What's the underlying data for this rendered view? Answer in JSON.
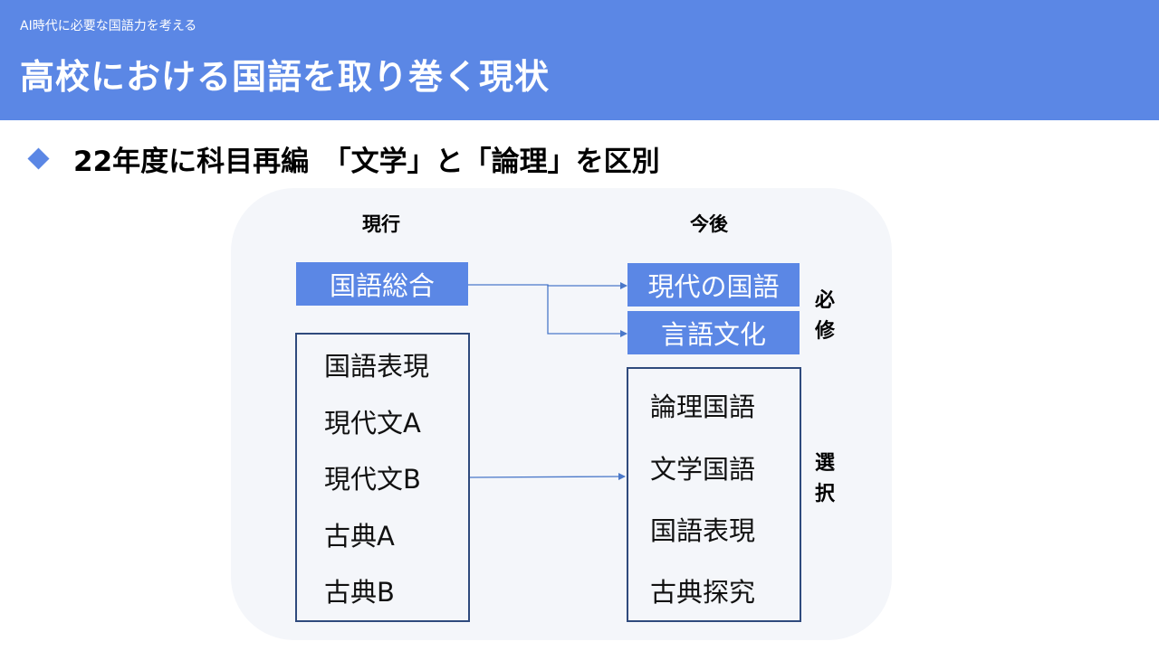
{
  "header": {
    "subtitle": "AI時代に必要な国語力を考える",
    "title": "高校における国語を取り巻く現状"
  },
  "bullet": {
    "text": "22年度に科目再編　「文学」と「論理」を区別"
  },
  "diagram": {
    "current_heading": "現行",
    "future_heading": "今後",
    "current_required": "国語総合",
    "current_electives": [
      "国語表現",
      "現代文A",
      "現代文B",
      "古典A",
      "古典B"
    ],
    "future_required": [
      "現代の国語",
      "言語文化"
    ],
    "future_electives": [
      "論理国語",
      "文学国語",
      "国語表現",
      "古典探究"
    ],
    "label_required": "必修",
    "label_elective": "選択",
    "required_label_chars": [
      "必",
      "修"
    ],
    "elective_label_chars": [
      "選",
      "択"
    ]
  },
  "colors": {
    "accent": "#5b87e5",
    "box_border": "#2f4a7d",
    "panel_bg": "#f4f6fa"
  }
}
